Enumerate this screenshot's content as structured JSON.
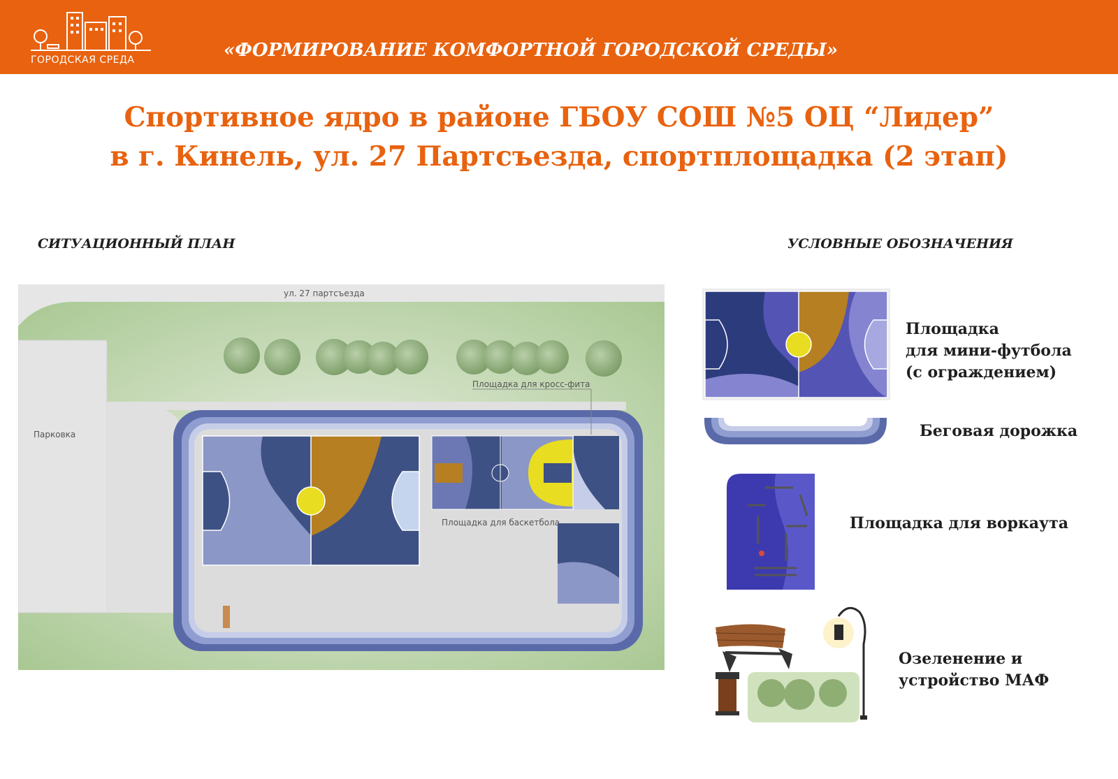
{
  "header": {
    "logo_text": "ГОРОДСКАЯ СРЕДА",
    "title": "«ФОРМИРОВАНИЕ КОМФОРТНОЙ ГОРОДСКОЙ СРЕДЫ»",
    "background_color": "#e8620f"
  },
  "page": {
    "title_line1": "Спортивное ядро в районе ГБОУ СОШ №5 ОЦ “Лидер”",
    "title_line2": "в г. Кинель, ул. 27 Партсъезда, спортплощадка (2 этап)",
    "accent_color": "#e8620f"
  },
  "plan": {
    "section_title": "СИТУАЦИОННЫЙ ПЛАН",
    "street_label": "ул. 27 партсъезда",
    "parking_label": "Парковка",
    "crossfit_label": "Площадка для кросс-фита",
    "basketball_label": "Площадка для баскетбола"
  },
  "legend": {
    "section_title": "УСЛОВНЫЕ ОБОЗНАЧЕНИЯ",
    "items": [
      {
        "label": "Площадка\nдля мини-футбола\n(с ограждением)",
        "icon": "mini-football-field"
      },
      {
        "label": "Беговая дорожка",
        "icon": "running-track"
      },
      {
        "label": "Площадка для воркаута",
        "icon": "workout-area"
      },
      {
        "label": "Озеленение и\nустройство МАФ",
        "icon": "bench-lamp-greenery"
      }
    ]
  }
}
